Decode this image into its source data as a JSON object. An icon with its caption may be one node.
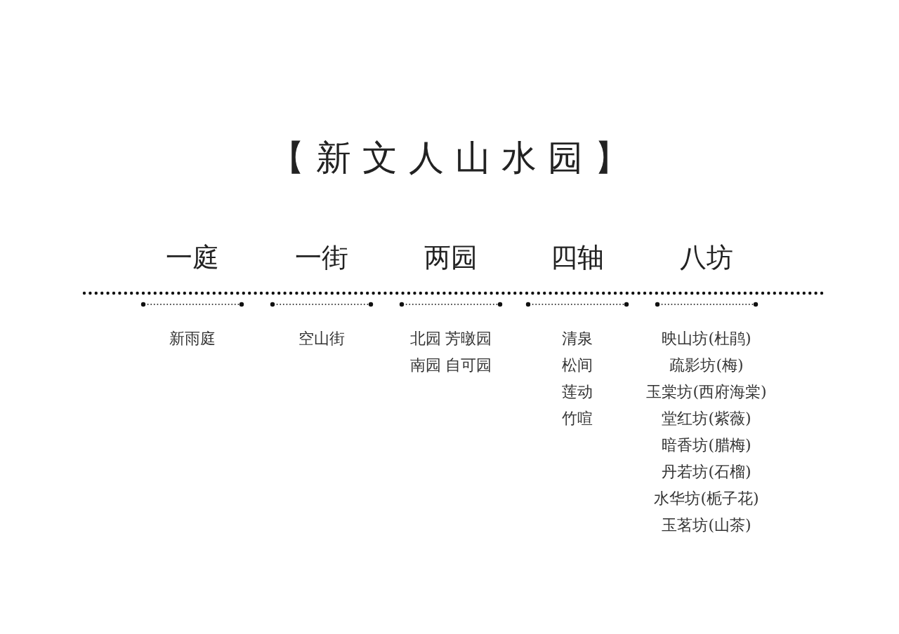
{
  "diagram": {
    "title": "【 新 文 人 山 水 园 】",
    "labels": [
      "一庭",
      "新雨庭",
      "一街",
      "空山街",
      "两园",
      "北园 芳暾园",
      "南园 自可园",
      "四轴",
      "清泉",
      "松间",
      "莲动",
      "竹喧",
      "八坊",
      "映山坊(杜鹃)",
      "疏影坊(梅)",
      "玉棠坊(西府海棠)",
      "堂红坊(紫薇)",
      "暗香坊(腊梅)",
      "丹若坊(石榴)",
      "水华坊(栀子花)",
      "玉茗坊(山茶)"
    ]
  }
}
